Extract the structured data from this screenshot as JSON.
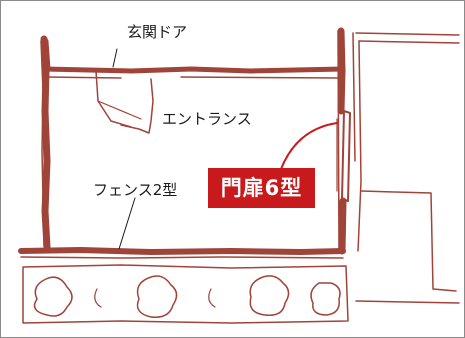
{
  "labels": {
    "entrance_door": "玄関ドア",
    "entrance": "エントランス",
    "fence": "フェンス2型",
    "gate": "門扉6型"
  },
  "colors": {
    "sketch": "#a0443a",
    "accent": "#c8191d",
    "text": "#1a1a1a"
  }
}
